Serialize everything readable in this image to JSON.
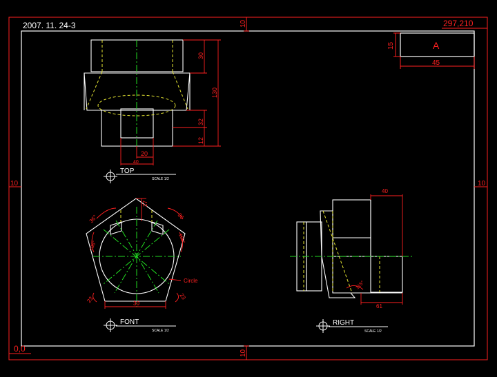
{
  "header": {
    "drawing_id": "2007. 11. 24-3",
    "sheet_size": "297,210",
    "origin": "0,0"
  },
  "margin_dims": {
    "top": "10",
    "bottom": "10",
    "left": "10",
    "right": "10"
  },
  "title_block": {
    "label": "A",
    "height_dim": "15",
    "width_dim": "45"
  },
  "views": {
    "top": {
      "title": "TOP",
      "scale": "SCALE 1/2",
      "dims": {
        "d30": "30",
        "d130": "130",
        "d32": "32",
        "d12": "12",
        "d20": "20",
        "d40": "40"
      }
    },
    "front": {
      "title": "FONT",
      "scale": "SCALE 1/2",
      "dims": {
        "d27": "27",
        "a36": "36°",
        "a36b": "36",
        "a108": "108°",
        "a108b": "108°",
        "r23": "23",
        "r23b": "23",
        "d30": "30",
        "circle": "Circle"
      }
    },
    "right": {
      "title": "RIGHT",
      "scale": "SCALE 1/2",
      "dims": {
        "d40": "40",
        "d61": "61",
        "a115": "115°"
      }
    }
  },
  "colors": {
    "background": "#000000",
    "outline": "#ffffff",
    "dimension": "#ff2020",
    "hidden": "#e6e632",
    "center": "#22dd22"
  }
}
